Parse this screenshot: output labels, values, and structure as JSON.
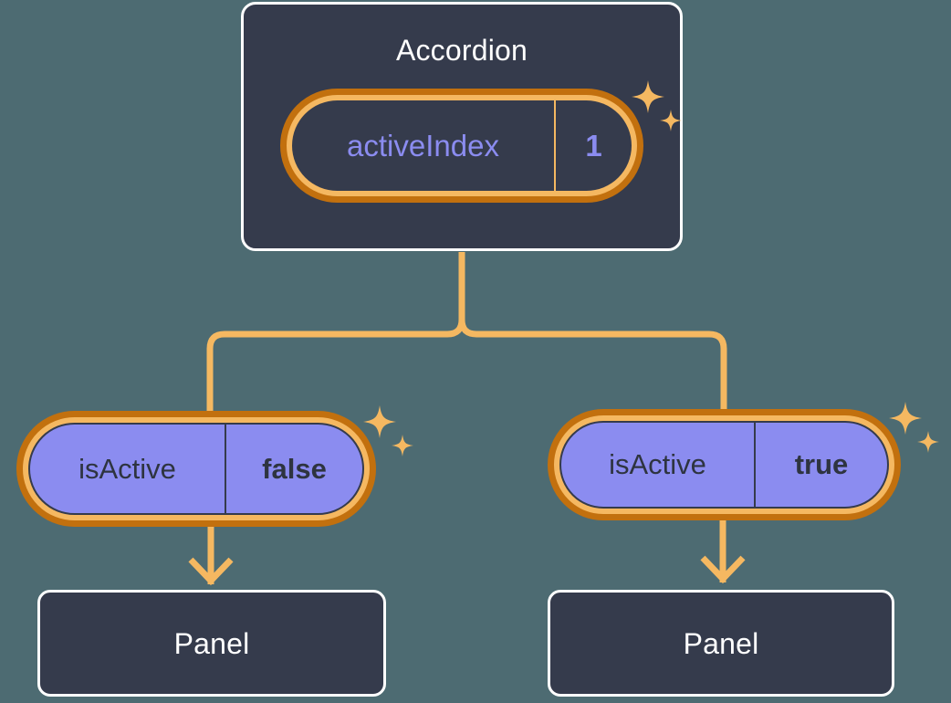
{
  "theme": {
    "background": "#4d6b72",
    "card_fill": "#353b4c",
    "card_border": "#ffffff",
    "ring_outer": "#c2700e",
    "ring_inner": "#f5b861",
    "wire": "#f5b861",
    "value_purple": "#8b8cf0",
    "pill_fill_purple": "#8b8cf0",
    "pill_text_dark": "#2e3440"
  },
  "diagram": {
    "type": "component-tree",
    "root": {
      "name": "root-node",
      "title": "Accordion",
      "state": {
        "key": "activeIndex",
        "value": "1",
        "highlighted": true,
        "sparkle": true
      }
    },
    "children": [
      {
        "name": "left-branch",
        "prop": {
          "key": "isActive",
          "value": "false",
          "highlighted": true,
          "sparkle": true
        },
        "node": {
          "title": "Panel"
        }
      },
      {
        "name": "right-branch",
        "prop": {
          "key": "isActive",
          "value": "true",
          "highlighted": true,
          "sparkle": true
        },
        "node": {
          "title": "Panel"
        }
      }
    ]
  },
  "icons": {
    "sparkle_large": "sparkle-four-point-large",
    "sparkle_small": "sparkle-four-point-small",
    "arrow_down": "arrow-down-icon"
  }
}
